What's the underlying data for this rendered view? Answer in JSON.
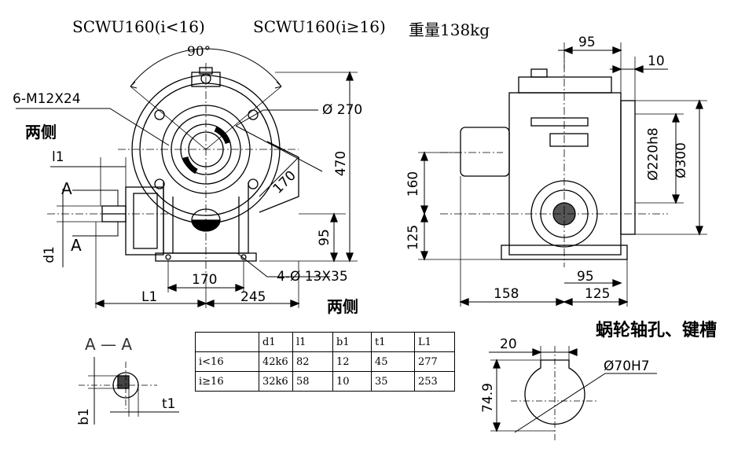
{
  "header": {
    "model_low": "SCWU160(i<16)",
    "model_high": "SCWU160(i≥16)",
    "weight": "重量138kg"
  },
  "labels": {
    "angle": "90°",
    "bolt_top": "6-M12X24",
    "both_sides_left": "两侧",
    "both_sides_bottom": "两侧",
    "dia270": "Ø 270",
    "dim170_diag": "170",
    "dim470": "470",
    "dim95_v": "95",
    "l1": "l1",
    "d1": "d1",
    "section_a1": "A",
    "section_a2": "A",
    "base170": "170",
    "bolt_bottom": "4-Ø 13X35",
    "L1": "L1",
    "dim245": "245",
    "right_95_top": "95",
    "right_10": "10",
    "dia220": "Ø220h8",
    "dia300": "Ø300",
    "dim160": "160",
    "dim125_v": "125",
    "dim158": "158",
    "right_95_bottom": "95",
    "right_125": "125",
    "worm_bore_title": "蜗轮轴孔、键槽",
    "section_title": "A — A",
    "b1": "b1",
    "t1": "t1",
    "key20": "20",
    "bore70": "Ø70H7",
    "dim74_9": "74.9"
  },
  "table": {
    "headers": [
      "",
      "d1",
      "l1",
      "b1",
      "t1",
      "L1"
    ],
    "rows": [
      [
        "i<16",
        "42k6",
        "82",
        "12",
        "45",
        "277"
      ],
      [
        "i≥16",
        "32k6",
        "58",
        "10",
        "35",
        "253"
      ]
    ]
  }
}
